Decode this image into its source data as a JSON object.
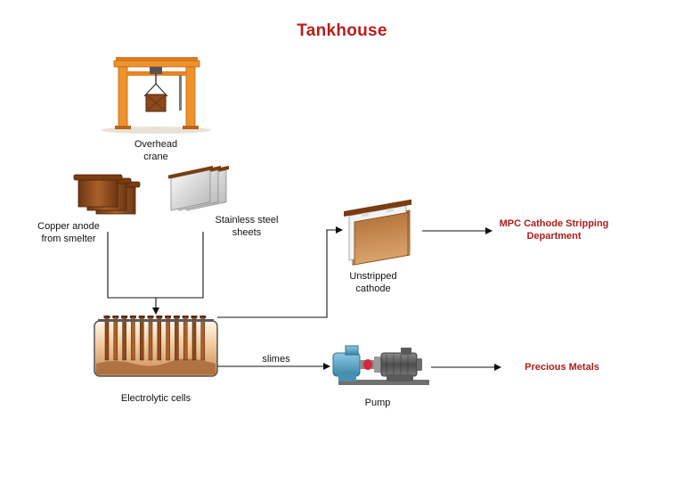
{
  "title": "Tankhouse",
  "labels": {
    "crane": "Overhead\ncrane",
    "anode": "Copper anode\nfrom smelter",
    "steel": "Stainless steel\nsheets",
    "cells": "Electrolytic cells",
    "cathode": "Unstripped\ncathode",
    "slimes": "slimes",
    "pump": "Pump"
  },
  "destinations": {
    "stripping": "MPC Cathode Stripping\nDepartment",
    "precious": "Precious Metals"
  },
  "colors": {
    "title": "#b81d1d",
    "destination": "#b01c1c",
    "crane": "#f0922b",
    "copper": "#8c4a1c",
    "pump_head": "#5aa6c8",
    "motor": "#6b6b6b"
  }
}
